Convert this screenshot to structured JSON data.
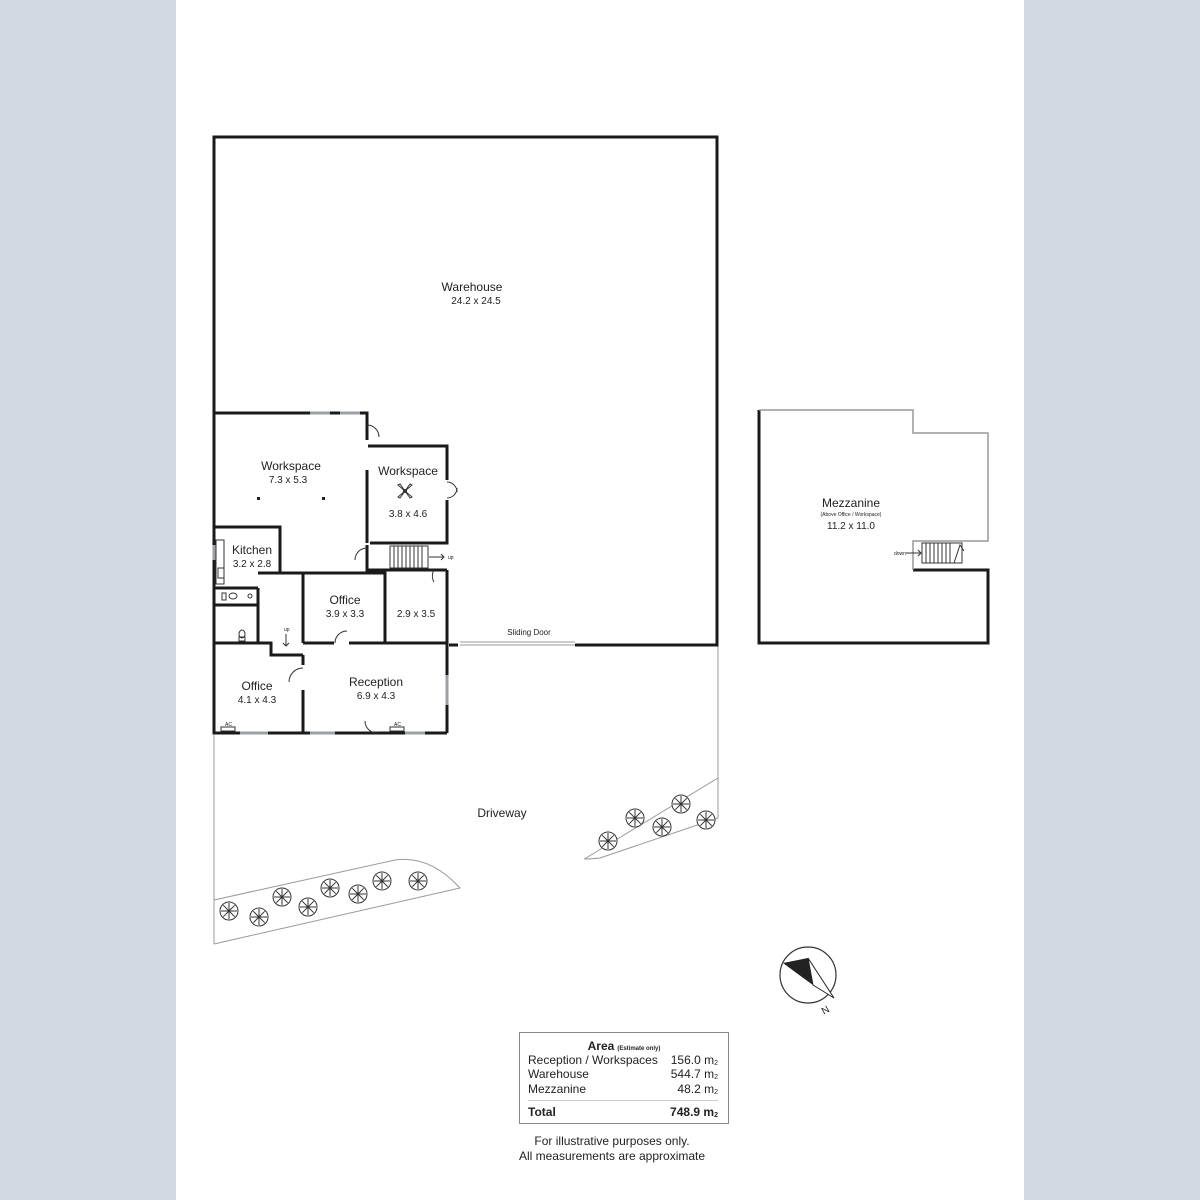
{
  "rooms": {
    "warehouse": {
      "name": "Warehouse",
      "dims": "24.2 x 24.5"
    },
    "workspace_main": {
      "name": "Workspace",
      "dims": "7.3 x 5.3"
    },
    "workspace_small": {
      "name": "Workspace",
      "dims": "3.8 x 4.6"
    },
    "kitchen": {
      "name": "Kitchen",
      "dims": "3.2 x 2.8"
    },
    "office_center": {
      "name": "Office",
      "dims": "3.9 x 3.3"
    },
    "stair_room": {
      "dims": "2.9 x 3.5"
    },
    "office_left": {
      "name": "Office",
      "dims": "4.1 x 4.3"
    },
    "reception": {
      "name": "Reception",
      "dims": "6.9 x 4.3"
    },
    "mezzanine": {
      "name": "Mezzanine",
      "note": "(Above Office / Workspace)",
      "dims": "11.2 x 11.0"
    }
  },
  "labels": {
    "sliding_door": "Sliding Door",
    "driveway": "Driveway",
    "up": "up",
    "down": "down",
    "ac": "AC",
    "north": "N"
  },
  "area": {
    "title": "Area",
    "title_note": "(Estimate only)",
    "unit": "m",
    "unit_sup": "2",
    "rows": [
      {
        "name": "Reception / Workspaces",
        "value": "156.0"
      },
      {
        "name": "Warehouse",
        "value": "544.7"
      },
      {
        "name": "Mezzanine",
        "value": "48.2"
      }
    ],
    "total": {
      "name": "Total",
      "value": "748.9"
    }
  },
  "disclaimer": {
    "line1": "For illustrative purposes only.",
    "line2": "All measurements are approximate"
  },
  "colors": {
    "background": "#d2d9e2",
    "sheet": "#ffffff",
    "wall": "#1a1a1a",
    "window": "#9aa0a6"
  }
}
